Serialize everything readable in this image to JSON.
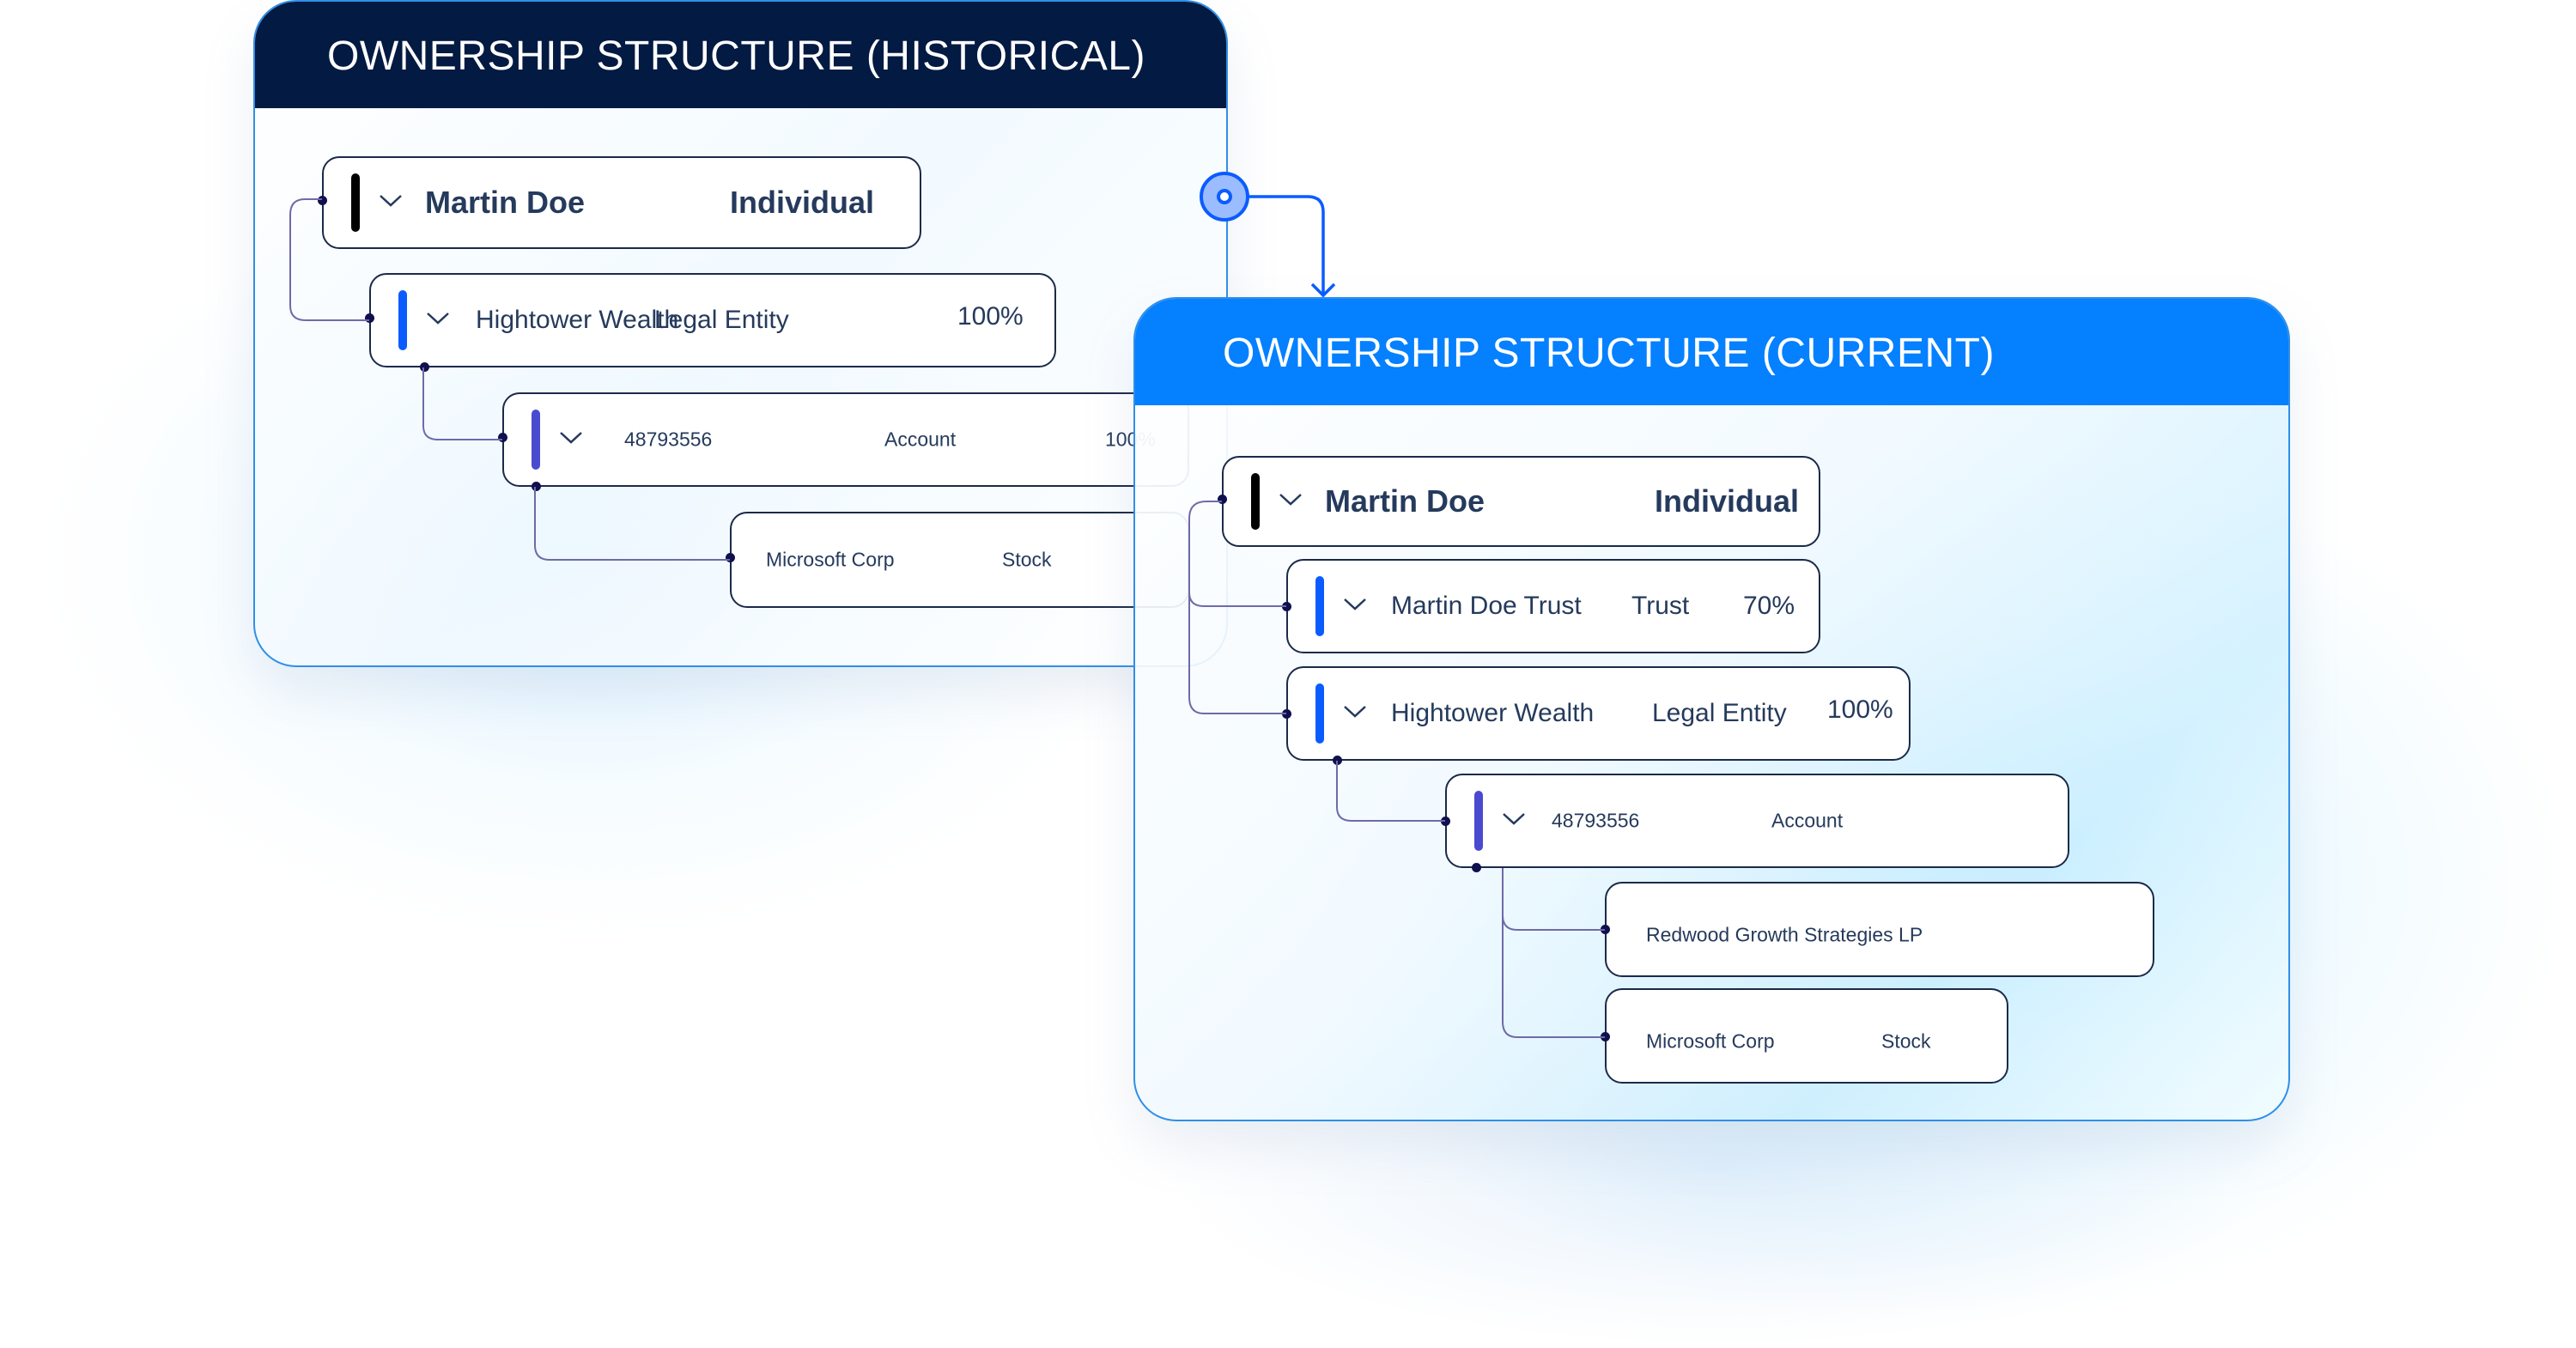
{
  "colors": {
    "historical_header": "#031a42",
    "current_header": "#0580ff",
    "panel_border": "#2f8fe8",
    "individual_bar": "#000000",
    "entity_bar": "#0a5cff",
    "account_bar": "#4a4ad0",
    "text": "#253a5c",
    "connector_dot": "#10104e"
  },
  "historical": {
    "title": "OWNERSHIP STRUCTURE (HISTORICAL)",
    "nodes": [
      {
        "name": "Martin Doe",
        "type": "Individual",
        "percent": ""
      },
      {
        "name": "Hightower Wealth",
        "type": "Legal Entity",
        "percent": "100%"
      },
      {
        "name": "48793556",
        "type": "Account",
        "percent": "100%"
      },
      {
        "name": "Microsoft Corp",
        "type": "Stock",
        "percent": ""
      }
    ]
  },
  "current": {
    "title": "OWNERSHIP STRUCTURE (CURRENT)",
    "nodes": [
      {
        "name": "Martin Doe",
        "type": "Individual",
        "percent": ""
      },
      {
        "name": "Martin Doe Trust",
        "type": "Trust",
        "percent": "70%"
      },
      {
        "name": "Hightower Wealth",
        "type": "Legal Entity",
        "percent": "100%"
      },
      {
        "name": "48793556",
        "type": "Account",
        "percent": ""
      },
      {
        "name": "Redwood Growth Strategies LP",
        "type": "",
        "percent": ""
      },
      {
        "name": "Microsoft Corp",
        "type": "Stock",
        "percent": ""
      }
    ]
  },
  "transition": {
    "icon": "timeline-node-icon",
    "arrow": "arrow-down-icon"
  }
}
